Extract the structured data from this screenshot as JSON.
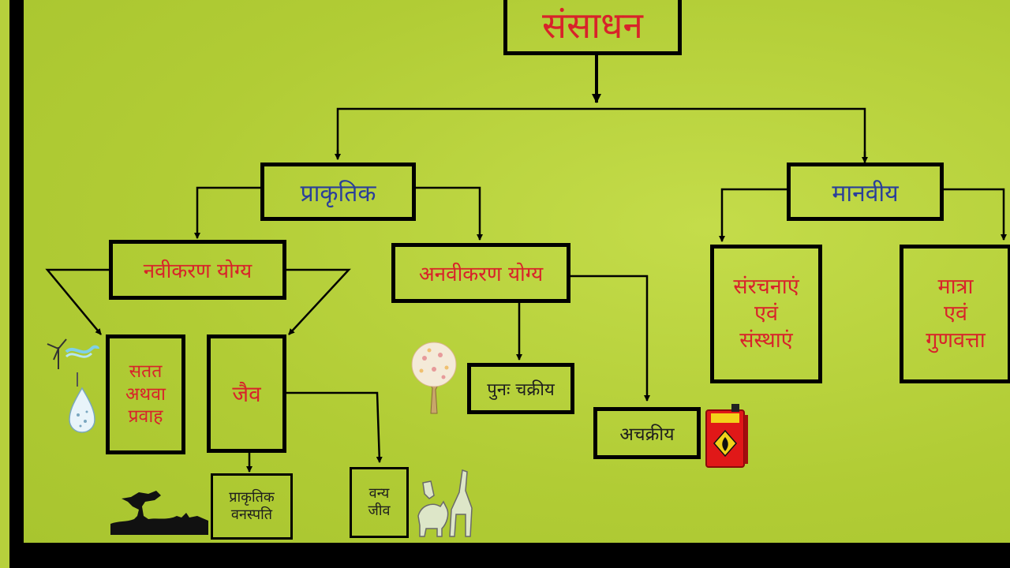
{
  "diagram": {
    "root": "संसाधन",
    "natural": "प्राकृतिक",
    "human": "मानवीय",
    "renewable": "नवीकरण योग्य",
    "non_renewable": "अनवीकरण योग्य",
    "continuous_line1": "सतत",
    "continuous_line2": "अथवा",
    "continuous_line3": "प्रवाह",
    "biotic": "जैव",
    "recyclable": "पुनः चक्रीय",
    "non_recyclable": "अचक्रीय",
    "structures_line1": "संरचनाएं",
    "structures_line2": "एवं",
    "structures_line3": "संस्थाएं",
    "quantity_line1": "मात्रा",
    "quantity_line2": "एवं",
    "quantity_line3": "गुणवत्ता",
    "vegetation_line1": "प्राकृतिक",
    "vegetation_line2": "वनस्पति",
    "wildlife_line1": "वन्य",
    "wildlife_line2": "जीव"
  },
  "icons": [
    "windmill-water-icon",
    "water-drop-icon",
    "tree-icon",
    "savanna-silhouette-icon",
    "wild-animals-icon",
    "fuel-can-icon"
  ],
  "colors": {
    "background": "#b1cc35",
    "title_red": "#d8232a",
    "label_blue": "#2a3f9a",
    "line": "#000000"
  }
}
